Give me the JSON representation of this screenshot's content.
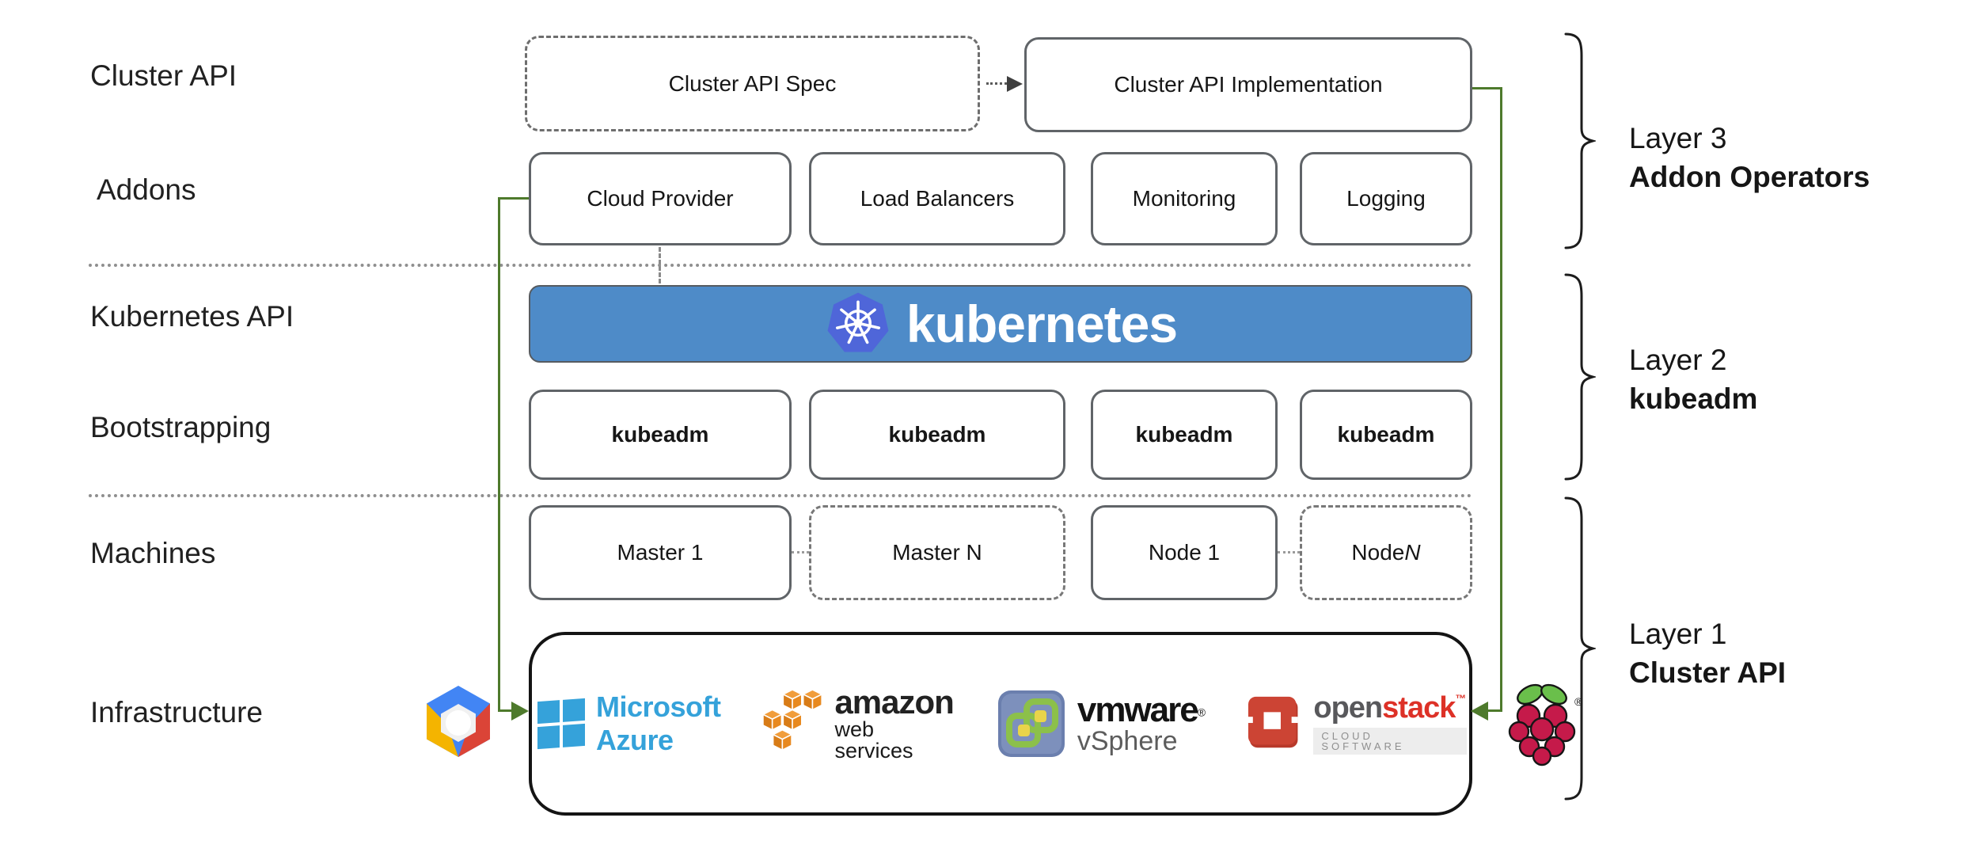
{
  "palette": {
    "connector_green": "#4e7a2c",
    "banner_blue": "#4e8bc8",
    "k8s_logo_blue": "#4f66d9",
    "box_border_gray": "#606468",
    "azure_blue": "#35a2da",
    "aws_orange": "#e8891f",
    "openstack_red": "#dd3127",
    "raspberry_crimson": "#c51a4a",
    "google_blue": "#4285f4",
    "google_red": "#db4437",
    "google_yellow": "#f4b400"
  },
  "row_labels": {
    "cluster_api": "Cluster API",
    "addons": "Addons",
    "kubernetes_api": "Kubernetes API",
    "bootstrapping": "Bootstrapping",
    "machines": "Machines",
    "infrastructure": "Infrastructure"
  },
  "cluster_api_row": {
    "spec": "Cluster API Spec",
    "implementation": "Cluster API Implementation"
  },
  "addons_row": {
    "boxes": [
      "Cloud Provider",
      "Load Balancers",
      "Monitoring",
      "Logging"
    ]
  },
  "kubernetes_banner": {
    "wordmark": "kubernetes"
  },
  "bootstrapping_row": {
    "boxes": [
      "kubeadm",
      "kubeadm",
      "kubeadm",
      "kubeadm"
    ]
  },
  "machines_row": {
    "master_1": "Master 1",
    "master_n": "Master N",
    "node_1": "Node 1",
    "node_n_prefix": "Node ",
    "node_n_italic": "N"
  },
  "infrastructure_row": {
    "azure_text": "Microsoft Azure",
    "aws_text_line1": "amazon",
    "aws_text_line2": "web services",
    "vmware_text_line1": "vmware",
    "vmware_reg": "®",
    "vmware_text_line2": "vSphere",
    "openstack_open": "open",
    "openstack_stack": "stack",
    "openstack_tm": "™",
    "openstack_subtext": "CLOUD SOFTWARE",
    "raspberry_reg": "®"
  },
  "layers": [
    {
      "line1": "Layer 3",
      "line2": "Addon Operators"
    },
    {
      "line1": "Layer 2",
      "line2": "kubeadm"
    },
    {
      "line1": "Layer 1",
      "line2": "Cluster API"
    }
  ]
}
